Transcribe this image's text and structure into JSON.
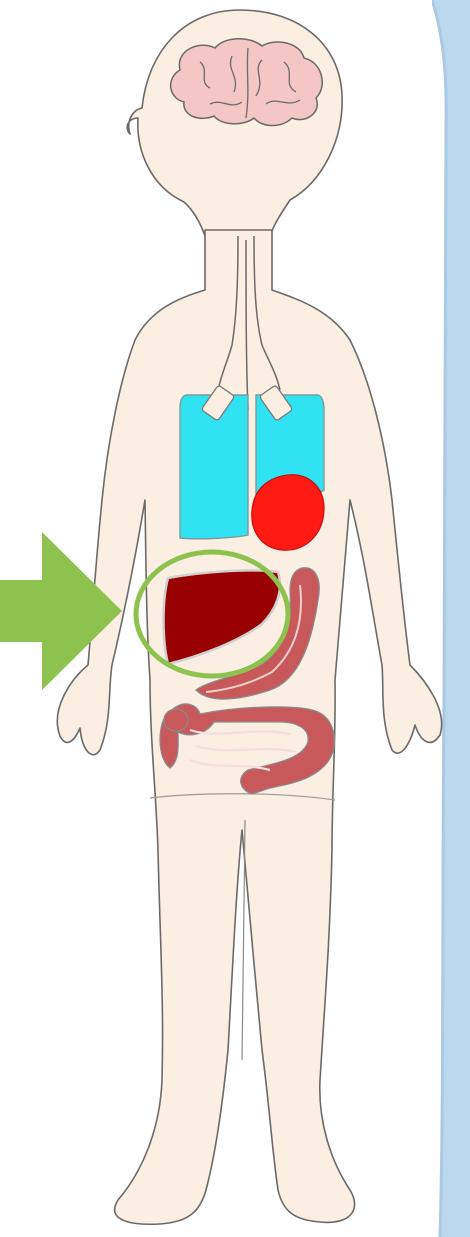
{
  "figure": {
    "organs": [
      {
        "name": "brain",
        "color": "#f4c6c6"
      },
      {
        "name": "trachea",
        "color": "#fbeee2"
      },
      {
        "name": "lungs",
        "color": "#2fe3f2"
      },
      {
        "name": "heart",
        "color": "#ff1a14"
      },
      {
        "name": "liver",
        "color": "#990000"
      },
      {
        "name": "stomach",
        "color": "#c9585a"
      },
      {
        "name": "intestines",
        "color": "#c9585a"
      }
    ],
    "highlighted_organ": "liver",
    "pointer": {
      "icon": "arrow-right-icon",
      "color": "#8dc24f"
    },
    "highlight_ring_color": "#8dc24f",
    "skin_color": "#fbeee2",
    "outline_color": "#6a6a6a",
    "side_panel_color": "#bcd8ee"
  }
}
